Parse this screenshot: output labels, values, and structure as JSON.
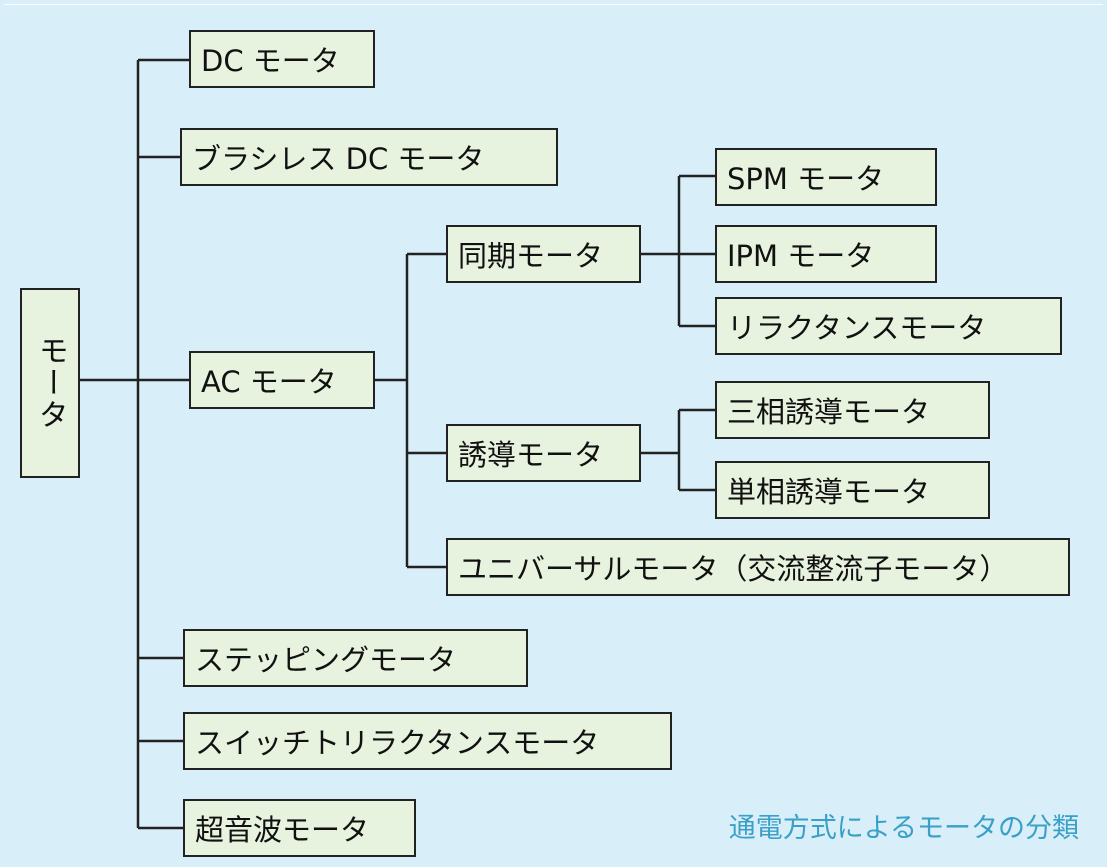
{
  "diagram": {
    "root": "モータ",
    "dc": "DC モータ",
    "brushless": "ブラシレス DC モータ",
    "ac": "AC モータ",
    "synchronous": "同期モータ",
    "spm": "SPM モータ",
    "ipm": "IPM モータ",
    "reluctance": "リラクタンスモータ",
    "induction": "誘導モータ",
    "three_phase": "三相誘導モータ",
    "single_phase": "単相誘導モータ",
    "universal": "ユニバーサルモータ（交流整流子モータ）",
    "stepping": "ステッピングモータ",
    "switched_reluctance": "スイッチトリラクタンスモータ",
    "ultrasonic": "超音波モータ"
  },
  "caption": "通電方式によるモータの分類",
  "colors": {
    "background": "#d8eef9",
    "box_fill": "#e7f2df",
    "line": "#222222",
    "caption": "#3aa0c8"
  }
}
